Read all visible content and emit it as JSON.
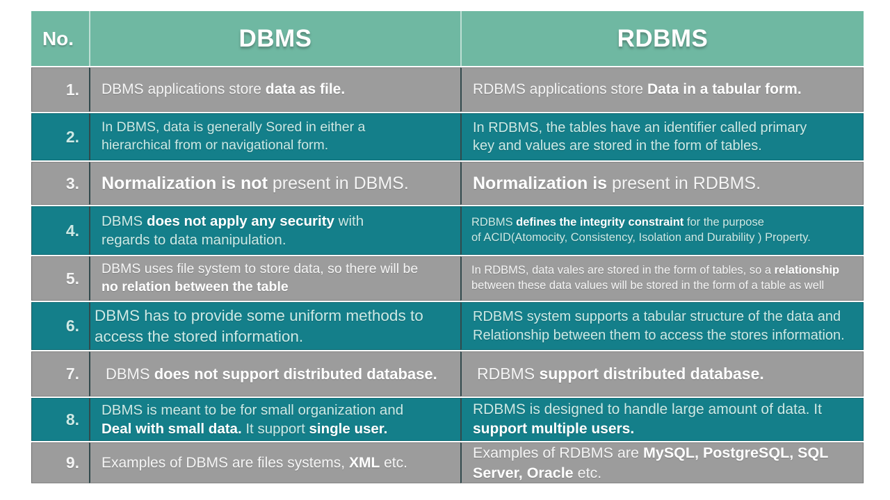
{
  "title": "DBMS vs RDBMS comparison table",
  "colors": {
    "page_bg": "#ffffff",
    "header_bg": "#6fb8a2",
    "teal_bg": "#147f8a",
    "gray_bg": "#9c9c9c",
    "divider_dark": "#31494c",
    "header_text": "#ffffff",
    "gray_text": "#f5f5f5",
    "teal_text": "#cde9e5",
    "bold_text": "#ffffff"
  },
  "header": {
    "no": "No.",
    "dbms": "DBMS",
    "rdbms": "RDBMS"
  },
  "rows": [
    {
      "no": "1.",
      "theme": "gray",
      "dbms": {
        "segs": [
          [
            "DBMS applications store ",
            0
          ],
          [
            "data as file.",
            1
          ]
        ]
      },
      "rdbms": {
        "segs": [
          [
            "RDBMS applications store ",
            0
          ],
          [
            "Data in a tabular form.",
            1
          ]
        ]
      }
    },
    {
      "no": "2.",
      "theme": "teal",
      "dbms": {
        "segs": [
          [
            "In DBMS, data is generally Sored in either a\nhierarchical from or navigational form.",
            0
          ]
        ]
      },
      "rdbms": {
        "segs": [
          [
            "In RDBMS, the tables have an identifier called primary\nkey and values are stored in the form of tables.",
            0
          ]
        ]
      }
    },
    {
      "no": "3.",
      "theme": "gray",
      "dbms": {
        "segs": [
          [
            "Normalization is not",
            1
          ],
          [
            " present in DBMS.",
            0
          ]
        ]
      },
      "rdbms": {
        "segs": [
          [
            "Normalization is ",
            1
          ],
          [
            "present in RDBMS.",
            0
          ]
        ]
      }
    },
    {
      "no": "4.",
      "theme": "teal",
      "dbms": {
        "segs": [
          [
            "DBMS ",
            0
          ],
          [
            "does not apply any security",
            1
          ],
          [
            " with\nregards to data manipulation.",
            0
          ]
        ]
      },
      "rdbms": {
        "segs": [
          [
            "RDBMS ",
            0
          ],
          [
            "defines the integrity constraint",
            1
          ],
          [
            " for the purpose\nof ACID(Atomocity, Consistency, Isolation and Durability ) Property.",
            0
          ]
        ]
      }
    },
    {
      "no": "5.",
      "theme": "gray",
      "dbms": {
        "segs": [
          [
            "DBMS uses file system to store data, so there will be\n",
            0
          ],
          [
            "no relation between the table",
            1
          ]
        ]
      },
      "rdbms": {
        "segs": [
          [
            "In RDBMS, data vales are stored in the form of tables, so a ",
            0
          ],
          [
            "relationship",
            1
          ],
          [
            "\nbetween these data values will be stored in the form of a table as well",
            0
          ]
        ]
      }
    },
    {
      "no": "6.",
      "theme": "teal",
      "dbms": {
        "segs": [
          [
            "DBMS has to  provide some uniform methods to\naccess the stored information.",
            0
          ]
        ]
      },
      "rdbms": {
        "segs": [
          [
            "RDBMS system supports a tabular structure of the data and\nRelationship between them to access the stores information.",
            0
          ]
        ]
      }
    },
    {
      "no": "7.",
      "theme": "gray",
      "dbms": {
        "segs": [
          [
            "DBMS ",
            0
          ],
          [
            "does not support distributed database.",
            1
          ]
        ]
      },
      "rdbms": {
        "segs": [
          [
            "RDBMS ",
            0
          ],
          [
            "support distributed database.",
            1
          ]
        ]
      }
    },
    {
      "no": "8.",
      "theme": "teal",
      "dbms": {
        "segs": [
          [
            "DBMS is meant to be for small organization and\n",
            0
          ],
          [
            "Deal with small data.",
            1
          ],
          [
            " It support ",
            0
          ],
          [
            "single user.",
            1
          ]
        ]
      },
      "rdbms": {
        "segs": [
          [
            "RDBMS is designed to handle large amount of data. It\n",
            0
          ],
          [
            "support multiple users.",
            1
          ]
        ]
      }
    },
    {
      "no": "9.",
      "theme": "gray",
      "dbms": {
        "segs": [
          [
            "Examples of DBMS are files systems, ",
            0
          ],
          [
            "XML",
            1
          ],
          [
            " etc.",
            0
          ]
        ]
      },
      "rdbms": {
        "segs": [
          [
            "Examples of RDBMS are ",
            0
          ],
          [
            "MySQL, PostgreSQL, SQL\nServer, Oracle",
            1
          ],
          [
            " etc.",
            0
          ]
        ]
      }
    }
  ]
}
